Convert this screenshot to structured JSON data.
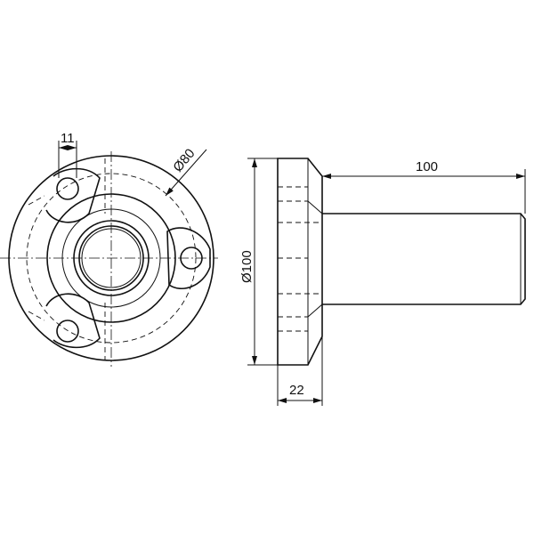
{
  "dimensions": {
    "slot_width": "11",
    "bolt_circle": "Ø80",
    "flange_diameter": "Ø100",
    "shaft_length": "100",
    "flange_thickness": "22"
  }
}
